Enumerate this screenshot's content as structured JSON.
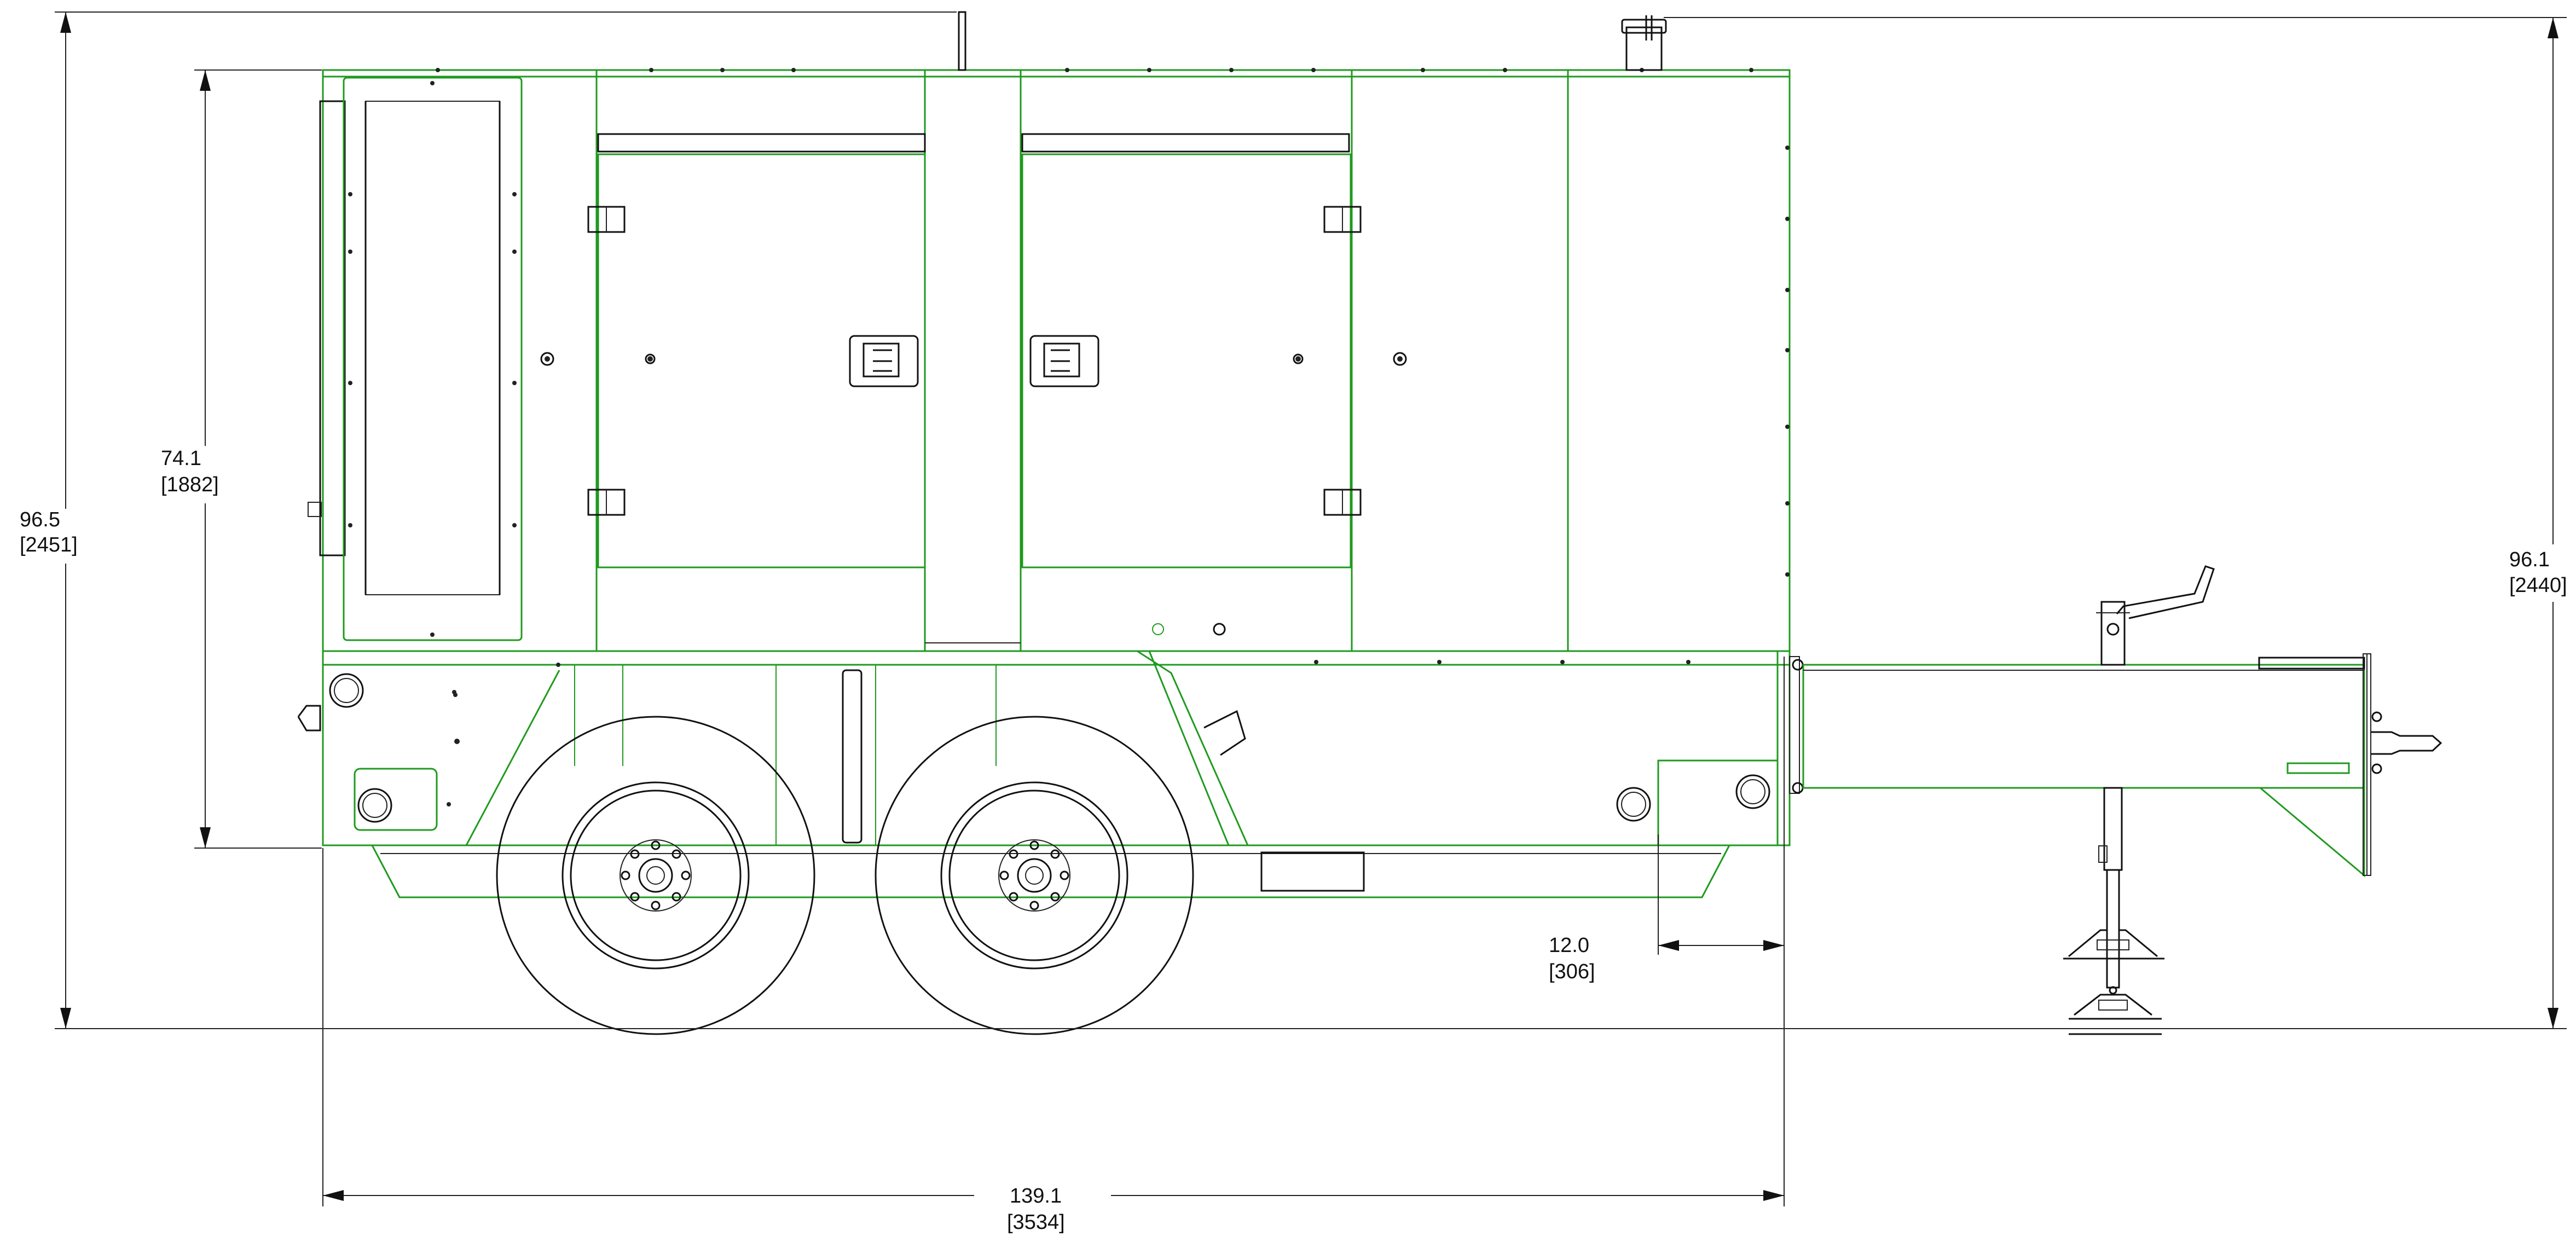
{
  "colors": {
    "outline": "#1f9a1f",
    "ink": "#111111",
    "background": "#ffffff"
  },
  "dimensions": {
    "overall_height": {
      "inches": "96.5",
      "mm": "[2451]"
    },
    "enclosure_height": {
      "inches": "74.1",
      "mm": "[1882]"
    },
    "tongue_height": {
      "inches": "96.1",
      "mm": "[2440]"
    },
    "rear_offset": {
      "inches": "12.0",
      "mm": "[306]"
    },
    "overall_length": {
      "inches": "139.1",
      "mm": "[3534]"
    }
  }
}
